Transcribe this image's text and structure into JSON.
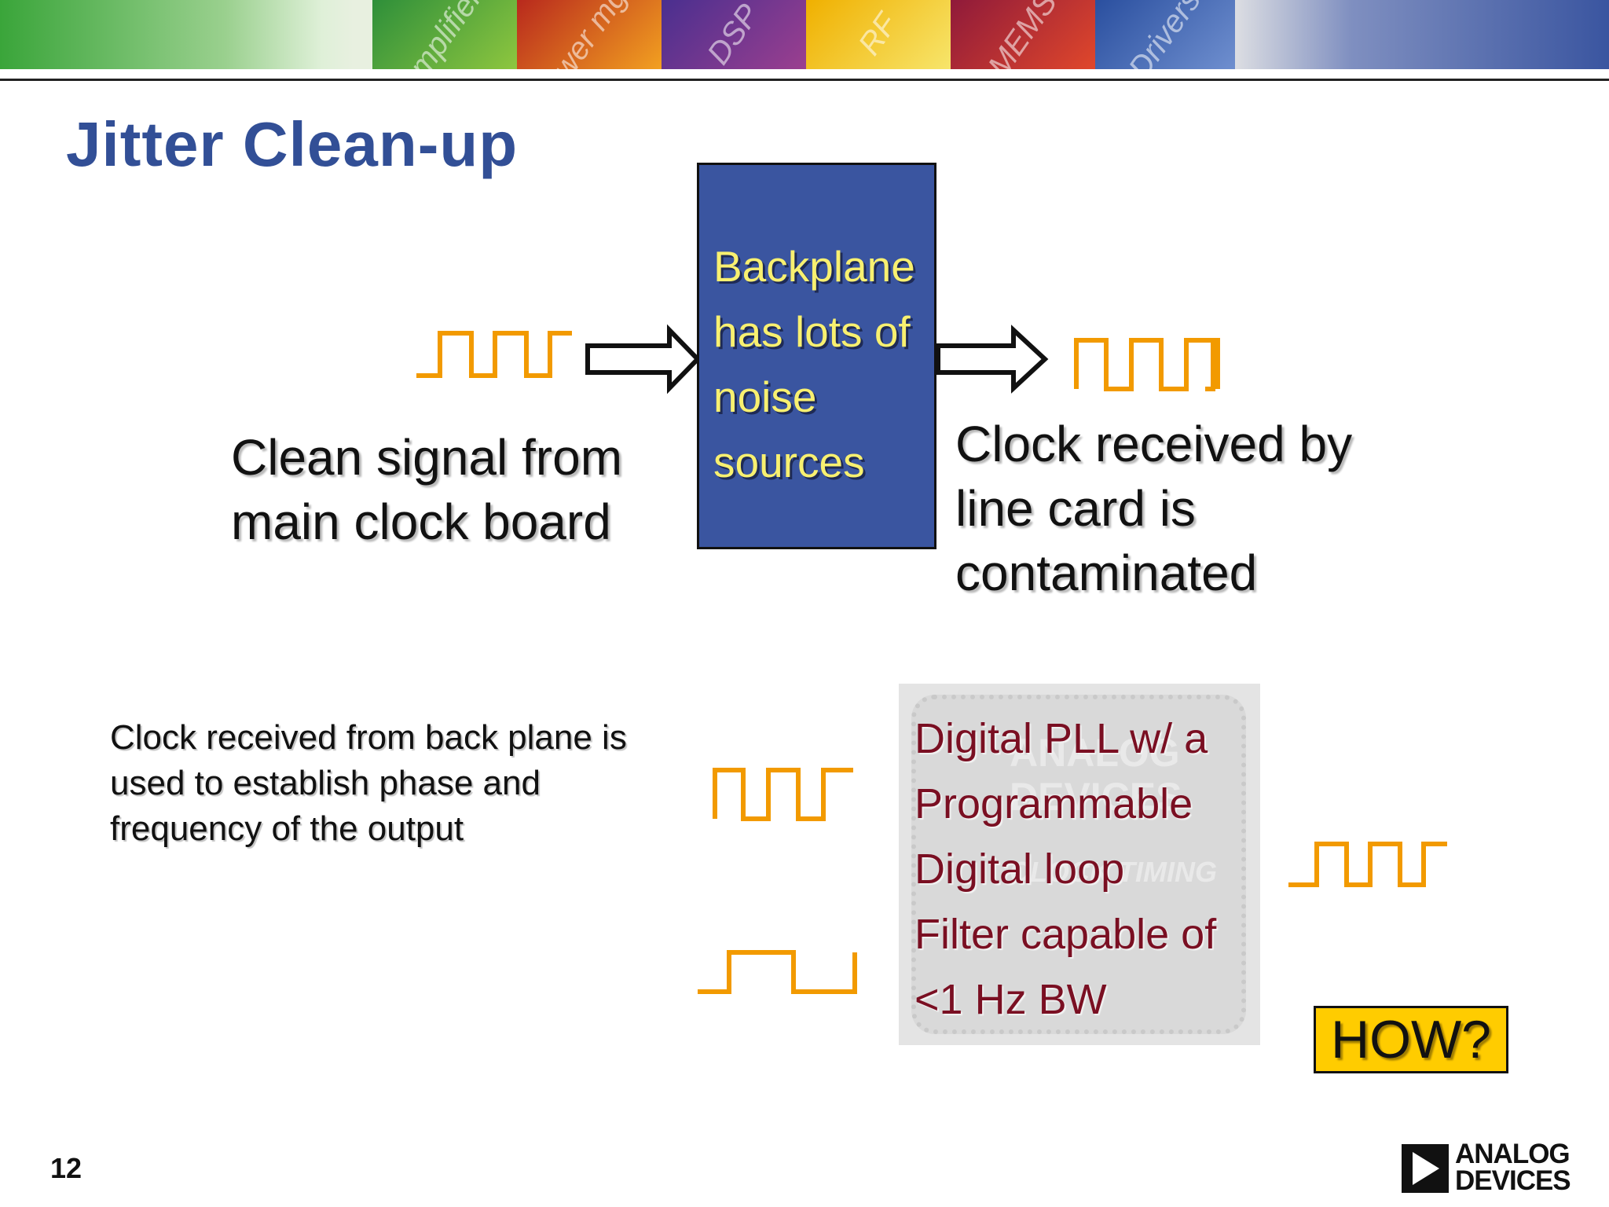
{
  "slide": {
    "title": "Jitter Clean-up",
    "page_number": "12"
  },
  "banner": {
    "tiles": [
      "Amplifiers",
      "Power mgmt",
      "DSP",
      "RF",
      "MEMS",
      "Drivers"
    ]
  },
  "diagram": {
    "box_lines": [
      "Backplane",
      "has lots of",
      "noise",
      "sources"
    ],
    "input_label_lines": [
      "Clean signal from",
      "main clock board"
    ],
    "output_label_lines": [
      "Clock received by",
      "line card is",
      "contaminated"
    ],
    "waveform_color": "#f29a00",
    "box_color": "#3a55a0"
  },
  "pll": {
    "description_lines": [
      "Clock received from back plane is",
      "used to establish phase and",
      "frequency of the output"
    ],
    "chip_lines": [
      "Digital PLL w/ a",
      "Programmable",
      "Digital loop",
      "Filter capable of",
      "<1 Hz BW"
    ],
    "chip_logo_lines": [
      "ANALOG",
      "DEVICES",
      "CLOCK TIMING"
    ],
    "how_button": "HOW?"
  },
  "footer": {
    "logo_lines": [
      "ANALOG",
      "DEVICES"
    ]
  }
}
